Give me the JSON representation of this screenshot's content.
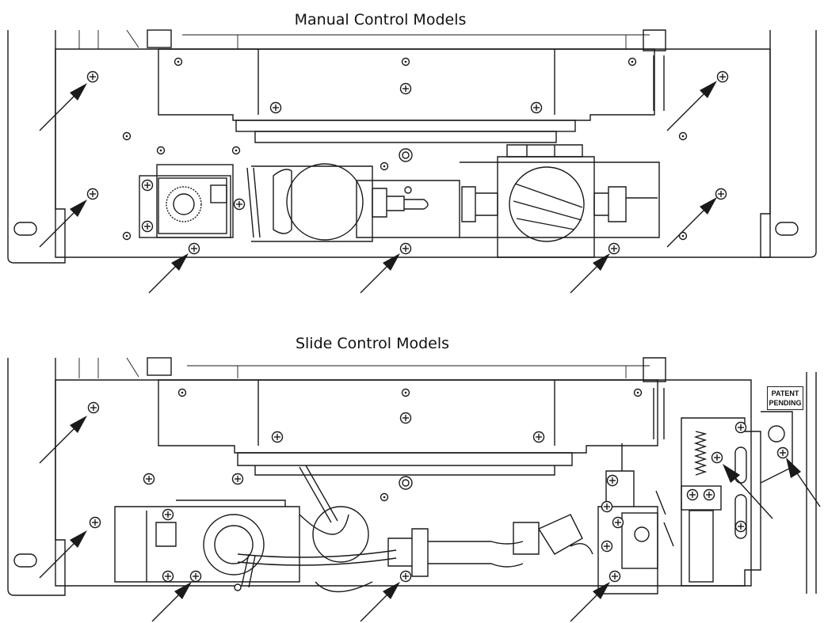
{
  "titles": {
    "top": "Manual Control Models",
    "bottom": "Slide Control Models"
  },
  "labels": {
    "patent_line1": "PATENT",
    "patent_line2": "PENDING"
  },
  "icons": {
    "screw": "phillips-screw-icon",
    "arrow": "pointer-arrow-icon"
  },
  "colors": {
    "line": "#1a1a1a",
    "background": "#ffffff"
  }
}
